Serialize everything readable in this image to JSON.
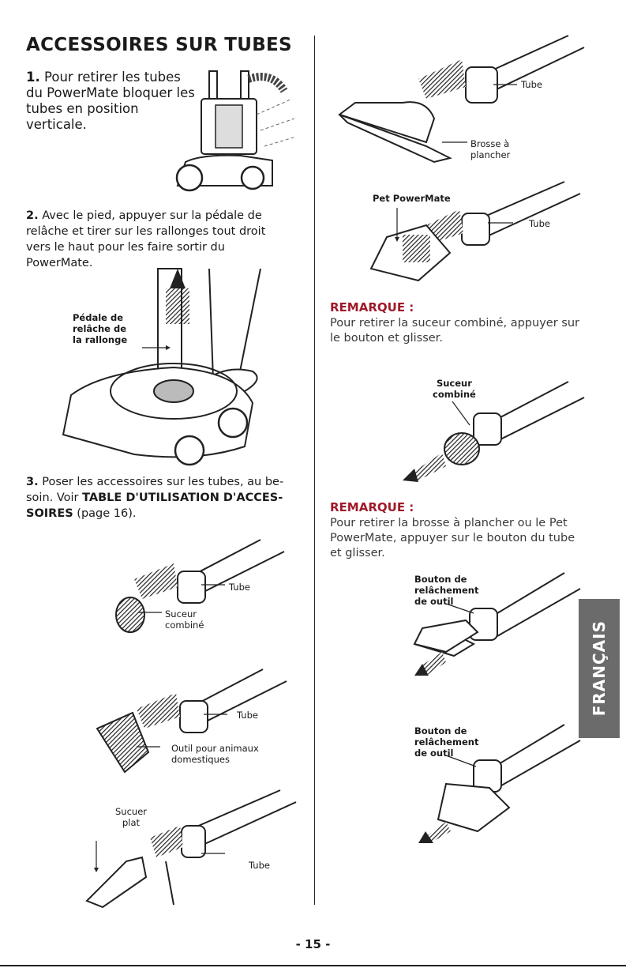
{
  "title": "ACCESSOIRES SUR TUBES",
  "step1": {
    "num": "1.",
    "text": " Pour retirer les tubes du PowerMate bloquer les tubes en position verticale."
  },
  "step2": {
    "num": "2.",
    "text": " Avec le pied, appuyer sur la pédale de relâche et tirer sur les rallonges tout droit vers le haut pour les faire sortir du PowerMate."
  },
  "step3": {
    "num": "3.",
    "text_a": " Poser les accessoires sur les tubes, au be-soin. Voir ",
    "link": "TABLE D'UTILISATION D'ACCES-SOIRES",
    "text_b": " (page 16)."
  },
  "labels": {
    "pedal": [
      "Pédale de",
      "relâche de",
      "la rallonge"
    ],
    "tube": "Tube",
    "suceur_combine": [
      "Suceur",
      "combiné"
    ],
    "outil_animaux": [
      "Outil pour animaux",
      "domestiques"
    ],
    "sucuer_plat": [
      "Sucuer",
      "plat"
    ],
    "brosse": [
      "Brosse à",
      "plancher"
    ],
    "pet_powermate": "Pet PowerMate",
    "bouton": [
      "Bouton de",
      "relâchement",
      "de outil"
    ]
  },
  "remark1": {
    "title": "REMARQUE :",
    "text": "Pour retirer la suceur combiné, appuyer sur le bouton et glisser."
  },
  "remark2": {
    "title": "REMARQUE :",
    "text": "Pour retirer la brosse à plancher ou le Pet PowerMate, appuyer sur le bouton du tube et glisser."
  },
  "side_tab": "FRANÇAIS",
  "page_number": "- 15 -",
  "colors": {
    "accent": "#a01a2a",
    "tab": "#6b6b6b"
  }
}
